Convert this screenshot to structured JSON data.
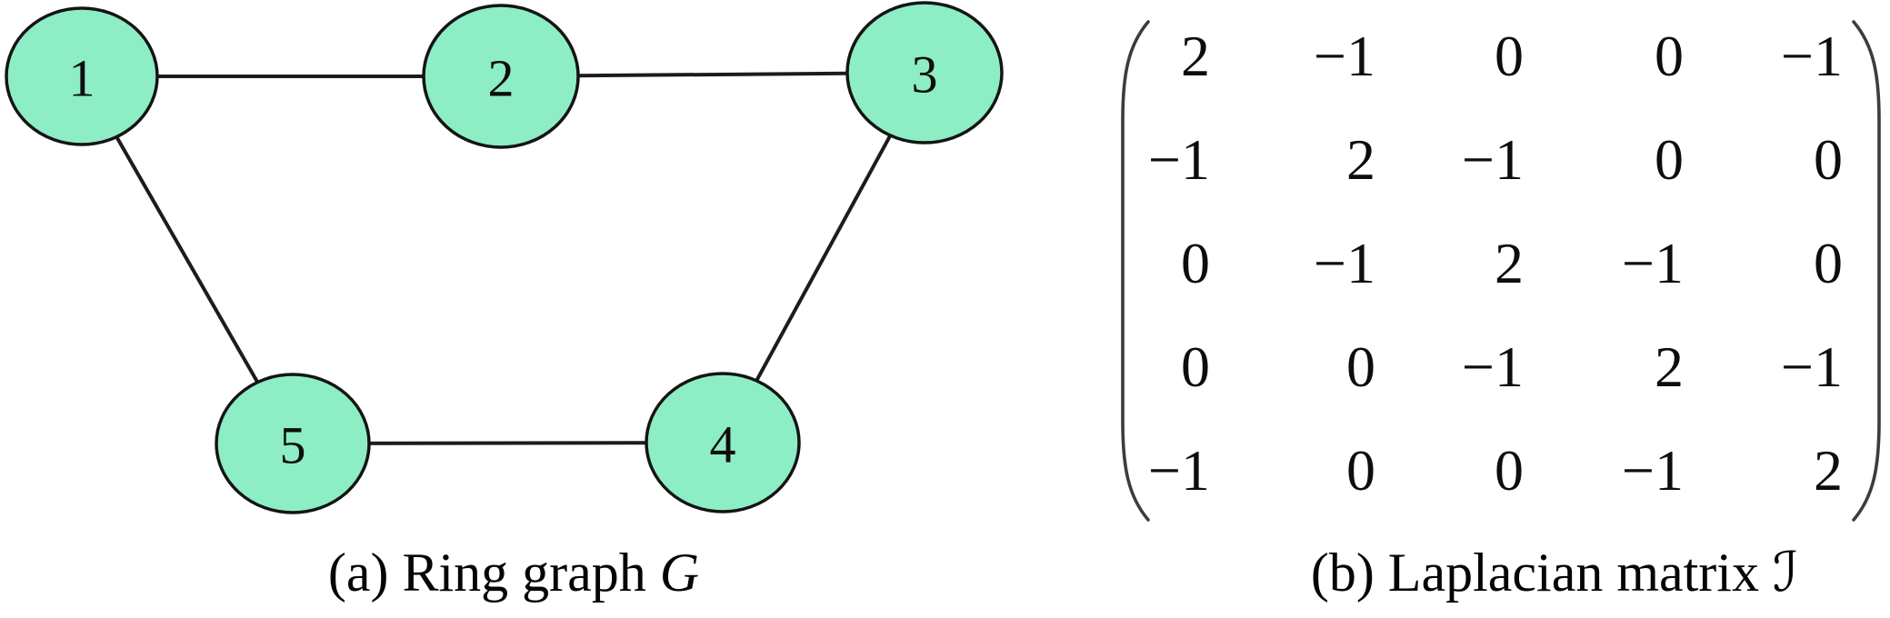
{
  "figure": {
    "panel_a": {
      "caption_prefix": "(a) Ring graph ",
      "caption_symbol": "G",
      "graph": {
        "node_fill": "#8dedc4",
        "node_border": "#141414",
        "edge_color": "#1c1c1c",
        "nodes": [
          {
            "label": "1"
          },
          {
            "label": "2"
          },
          {
            "label": "3"
          },
          {
            "label": "4"
          },
          {
            "label": "5"
          }
        ],
        "edges": [
          "1-2",
          "2-3",
          "3-4",
          "4-5",
          "5-1"
        ]
      }
    },
    "panel_b": {
      "caption_prefix": "(b) Laplacian matrix ",
      "caption_symbol": "ℐ",
      "matrix": {
        "rows": [
          [
            "2",
            "−1",
            "0",
            "0",
            "−1"
          ],
          [
            "−1",
            "2",
            "−1",
            "0",
            "0"
          ],
          [
            "0",
            "−1",
            "2",
            "−1",
            "0"
          ],
          [
            "0",
            "0",
            "−1",
            "2",
            "−1"
          ],
          [
            "−1",
            "0",
            "0",
            "−1",
            "2"
          ]
        ]
      }
    }
  }
}
